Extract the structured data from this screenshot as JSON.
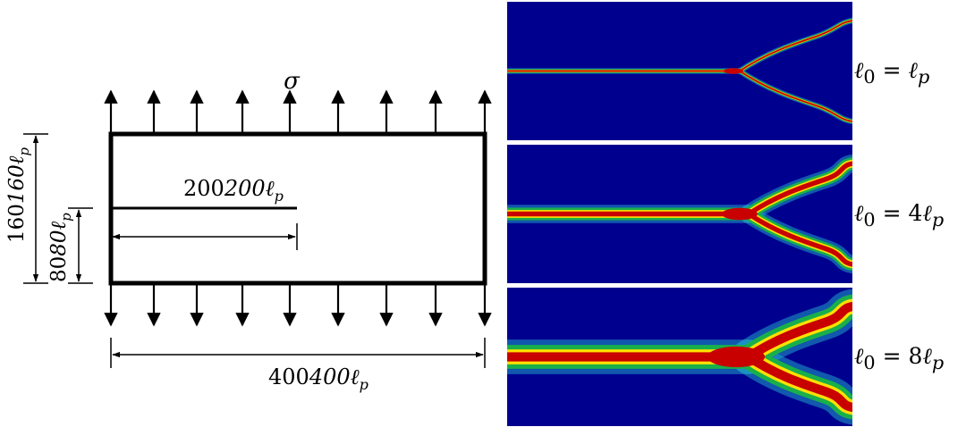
{
  "schematic": {
    "load_label": "σ",
    "crack_length_label": "200ℓ",
    "crack_length_sub": "p",
    "width_label": "400ℓ",
    "width_sub": "p",
    "height_label": "160ℓ",
    "height_sub": "p",
    "half_height_label": "80ℓ",
    "half_height_sub": "p"
  },
  "panels": [
    {
      "label_lhs": "ℓ",
      "label_lhs_sub": "0",
      "label_eq": " = ",
      "label_coef": "",
      "label_rhs": "ℓ",
      "label_rhs_sub": "p",
      "band": 1
    },
    {
      "label_lhs": "ℓ",
      "label_lhs_sub": "0",
      "label_eq": " = ",
      "label_coef": "4",
      "label_rhs": "ℓ",
      "label_rhs_sub": "p",
      "band": 4
    },
    {
      "label_lhs": "ℓ",
      "label_lhs_sub": "0",
      "label_eq": " = ",
      "label_coef": "8",
      "label_rhs": "ℓ",
      "label_rhs_sub": "p",
      "band": 8
    }
  ],
  "colors": {
    "background": "#00008f",
    "core": "#c80000",
    "ring": "#ffe000",
    "halo": "#19b04a",
    "glow": "#1fa0c8"
  }
}
